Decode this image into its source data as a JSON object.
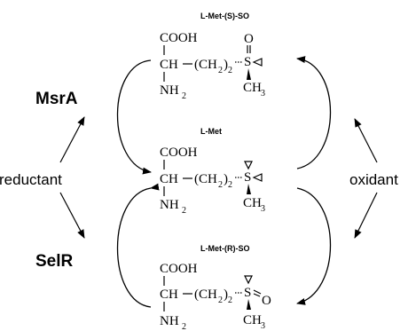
{
  "molecules": {
    "top": {
      "title": "L-Met-(S)-SO",
      "cooh": "COOH",
      "ch": "CH",
      "chain_open": "(CH",
      "chain_sub": "2",
      "chain_close": ")",
      "chain_n": "2",
      "s": "S",
      "o": "O",
      "nh": "NH",
      "nh_sub": "2",
      "ch3": "CH",
      "ch3_sub": "3"
    },
    "middle": {
      "title": "L-Met",
      "cooh": "COOH",
      "ch": "CH",
      "chain_open": "(CH",
      "chain_sub": "2",
      "chain_close": ")",
      "chain_n": "2",
      "s": "S",
      "nh": "NH",
      "nh_sub": "2",
      "ch3": "CH",
      "ch3_sub": "3"
    },
    "bottom": {
      "title": "L-Met-(R)-SO",
      "cooh": "COOH",
      "ch": "CH",
      "chain_open": "(CH",
      "chain_sub": "2",
      "chain_close": ")",
      "chain_n": "2",
      "s": "S",
      "o": "O",
      "nh": "NH",
      "nh_sub": "2",
      "ch3": "CH",
      "ch3_sub": "3"
    }
  },
  "enzymes": {
    "upper": "MsrA",
    "lower": "SelR"
  },
  "reagents": {
    "left": "reductant",
    "right": "oxidant"
  }
}
